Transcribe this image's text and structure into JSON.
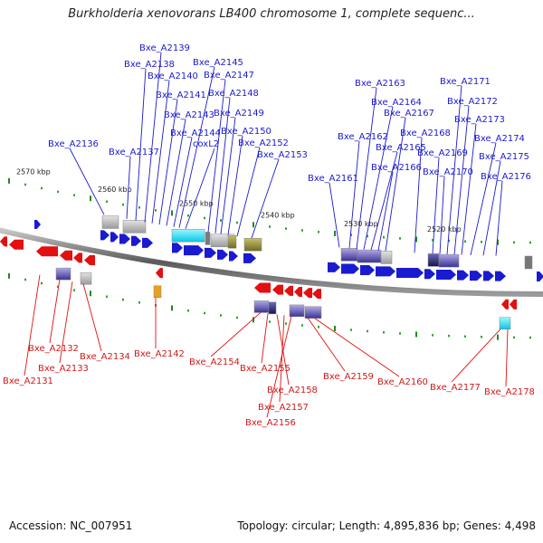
{
  "title": "Burkholderia xenovorans LB400 chromosome 1, complete sequenc...",
  "footer": {
    "accession": "Accession: NC_007951",
    "summary": "Topology: circular; Length: 4,895,836 bp; Genes: 4,498"
  },
  "colors": {
    "plus_strand": "#1a1ad0",
    "minus_strand": "#e21010",
    "backbone": "#777777"
  },
  "kbp_labels": [
    "2570 kbp",
    "2560 kbp",
    "2550 kbp",
    "2540 kbp",
    "2530 kbp",
    "2520 kbp"
  ],
  "genes_plus": [
    "Bxe_A2136",
    "Bxe_A2137",
    "Bxe_A2138",
    "Bxe_A2139",
    "Bxe_A2140",
    "Bxe_A2141",
    "Bxe_A2143",
    "Bxe_A2144",
    "Bxe_A2145",
    "coxL2",
    "Bxe_A2147",
    "Bxe_A2148",
    "Bxe_A2149",
    "Bxe_A2150",
    "Bxe_A2152",
    "Bxe_A2153",
    "Bxe_A2161",
    "Bxe_A2162",
    "Bxe_A2163",
    "Bxe_A2164",
    "Bxe_A2165",
    "Bxe_A2166",
    "Bxe_A2167",
    "Bxe_A2168",
    "Bxe_A2169",
    "Bxe_A2170",
    "Bxe_A2171",
    "Bxe_A2172",
    "Bxe_A2173",
    "Bxe_A2174",
    "Bxe_A2175",
    "Bxe_A2176"
  ],
  "genes_minus": [
    "Bxe_A2131",
    "Bxe_A2132",
    "Bxe_A2133",
    "Bxe_A2134",
    "Bxe_A2142",
    "Bxe_A2154",
    "Bxe_A2155",
    "Bxe_A2156",
    "Bxe_A2157",
    "Bxe_A2158",
    "Bxe_A2159",
    "Bxe_A2160",
    "Bxe_A2177",
    "Bxe_A2178"
  ]
}
